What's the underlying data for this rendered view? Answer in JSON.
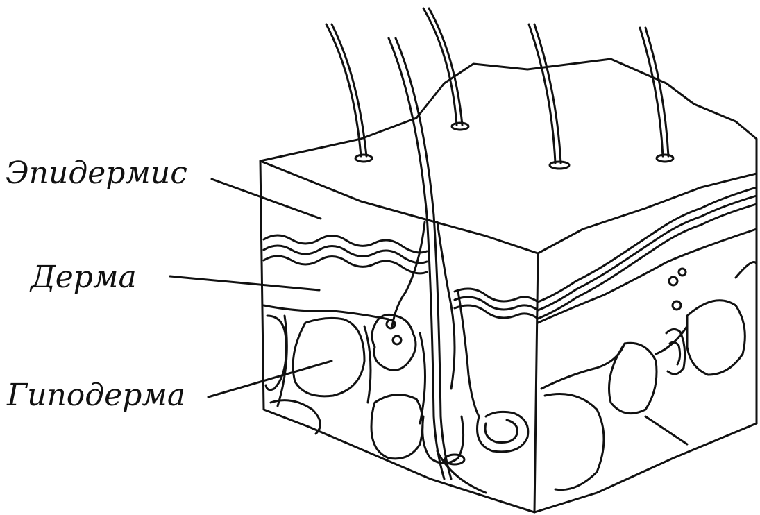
{
  "diagram": {
    "labels": {
      "epidermis": "Эпидермис",
      "dermis": "Дерма",
      "hypodermis": "Гиподерма"
    },
    "colors": {
      "stroke": "#111111",
      "background": "#ffffff"
    }
  }
}
